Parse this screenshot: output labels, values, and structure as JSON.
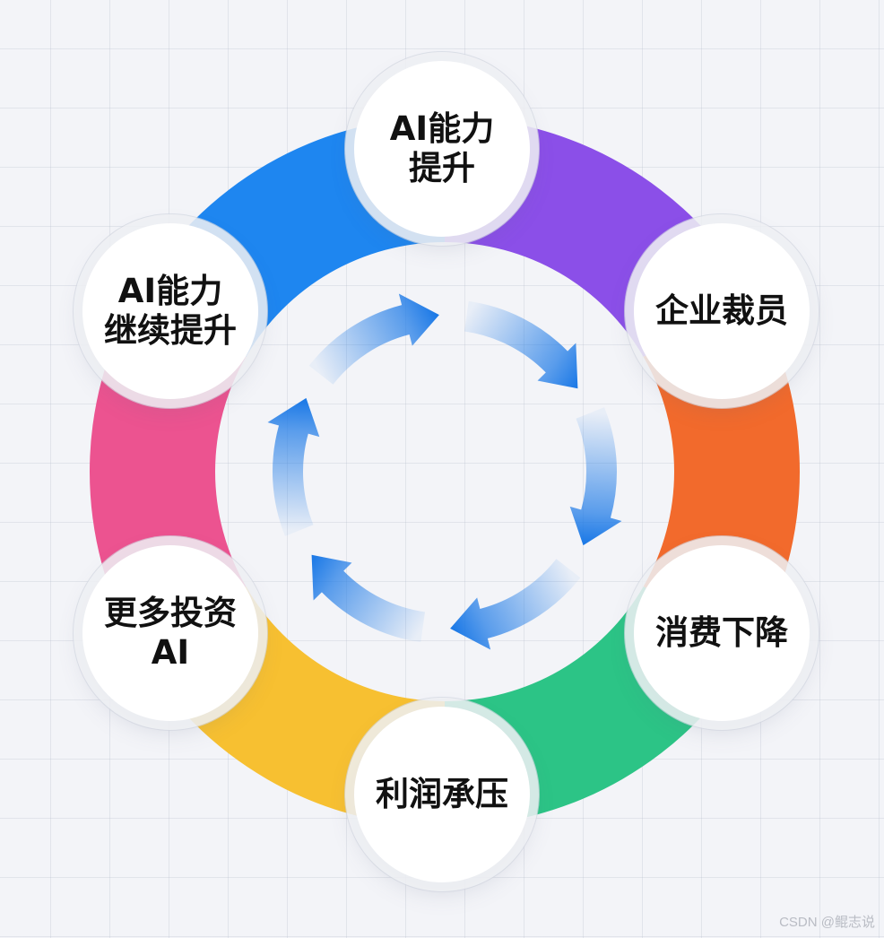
{
  "nodes": [
    {
      "label": "AI能力\n提升",
      "color": "#8b4fe8"
    },
    {
      "label": "企业裁员",
      "color": "#f26a2c"
    },
    {
      "label": "消费下降",
      "color": "#2cc486"
    },
    {
      "label": "利润承压",
      "color": "#f7c031"
    },
    {
      "label": "更多投资\nAI",
      "color": "#ec5390"
    },
    {
      "label": "AI能力\n继续提升",
      "color": "#1e86f0"
    }
  ],
  "arrow_color": "#1877e6",
  "watermark": "CSDN @鲲志说"
}
